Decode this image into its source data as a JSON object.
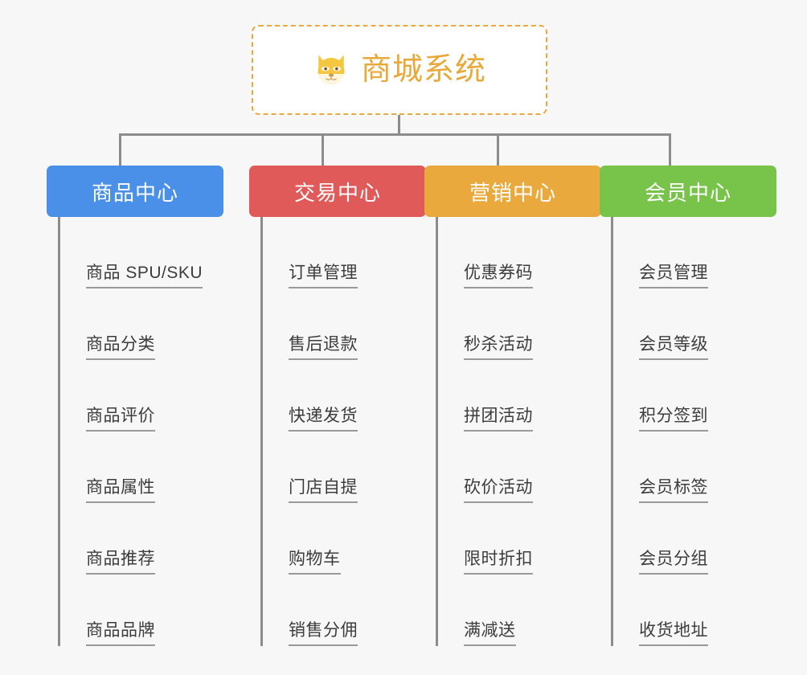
{
  "root": {
    "title": "商城系统",
    "icon": "dog-face-emoji",
    "border_color": "#eaa93c",
    "title_color": "#e8a93a"
  },
  "connector_color": "#8c8c8c",
  "background_color": "#f7f7f7",
  "columns": [
    {
      "id": "product-center",
      "label": "商品中心",
      "color": "#4a90e8",
      "items": [
        "商品 SPU/SKU",
        "商品分类",
        "商品评价",
        "商品属性",
        "商品推荐",
        "商品品牌"
      ]
    },
    {
      "id": "trade-center",
      "label": "交易中心",
      "color": "#e15a5a",
      "items": [
        "订单管理",
        "售后退款",
        "快递发货",
        "门店自提",
        "购物车",
        "销售分佣"
      ]
    },
    {
      "id": "marketing-center",
      "label": "营销中心",
      "color": "#eaa93c",
      "items": [
        "优惠券码",
        "秒杀活动",
        "拼团活动",
        "砍价活动",
        "限时折扣",
        "满减送"
      ]
    },
    {
      "id": "member-center",
      "label": "会员中心",
      "color": "#78c council",
      "items": [
        "会员管理",
        "会员等级",
        "积分签到",
        "会员标签",
        "会员分组",
        "收货地址"
      ]
    }
  ]
}
